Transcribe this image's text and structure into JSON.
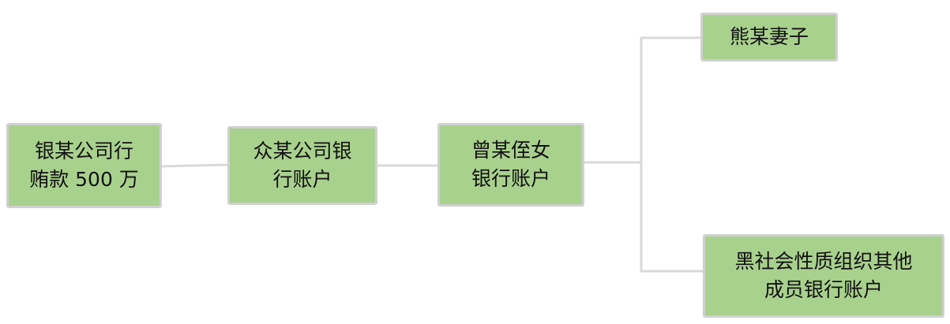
{
  "nodes": {
    "bribe": {
      "line1": "银某公司行",
      "line2": "贿款 500 万"
    },
    "company": {
      "line1": "众某公司银",
      "line2": "行账户"
    },
    "niece": {
      "line1": "曾某侄女",
      "line2": "银行账户"
    },
    "wife": {
      "line1": "熊某妻子"
    },
    "gang": {
      "line1": "黑社会性质组织其他",
      "line2": "成员银行账户"
    }
  },
  "colors": {
    "node_fill": "#a9d18e",
    "node_border": "#d0d0d0",
    "connector": "#d9d9d9",
    "text": "#111111"
  }
}
